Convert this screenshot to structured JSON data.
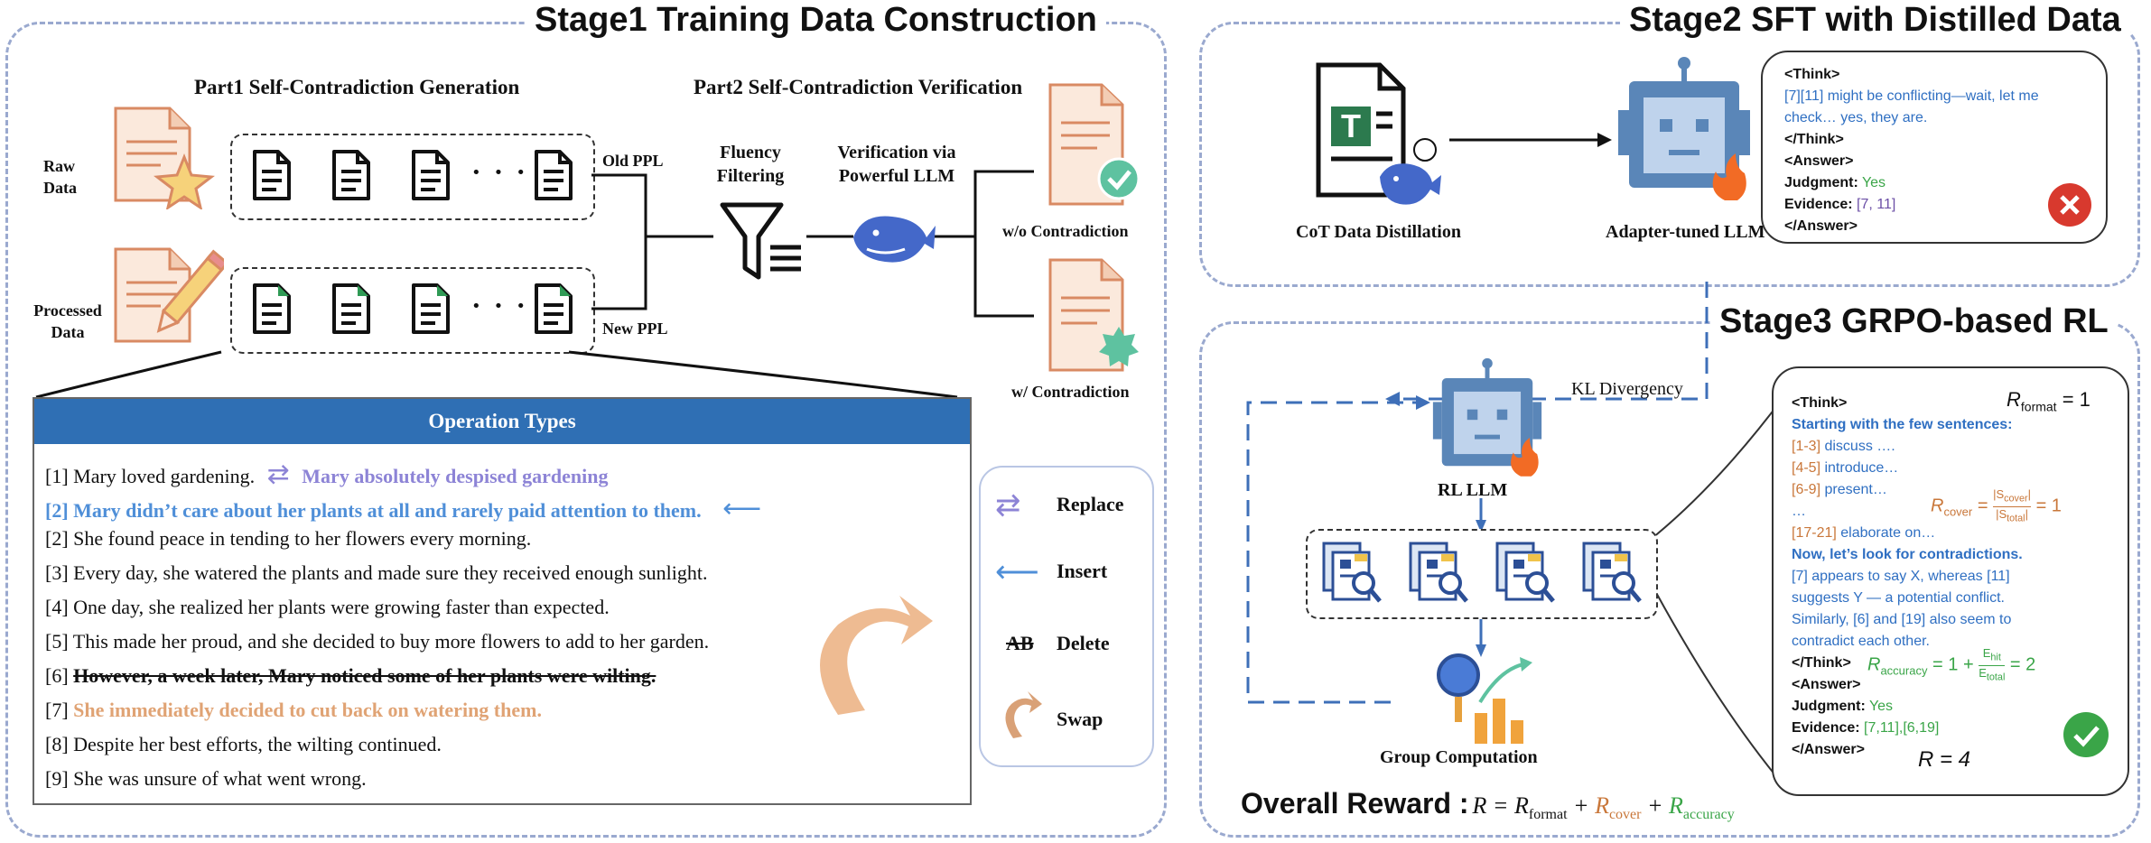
{
  "stage1": {
    "title": "Stage1 Training Data Construction",
    "part1_title": "Part1 Self-Contradiction Generation",
    "part2_title": "Part2 Self-Contradiction Verification",
    "raw_data": "Raw Data",
    "processed_data": "Processed Data",
    "old_ppl": "Old PPL",
    "new_ppl": "New PPL",
    "fluency_filtering": "Fluency Filtering",
    "verification": "Verification via Powerful LLM",
    "without_contradiction": "w/o Contradiction",
    "with_contradiction": "w/ Contradiction",
    "ellipsis": "· · ·",
    "operations": {
      "title": "Operation Types",
      "lines": [
        {
          "prefix": "[1] Mary loved gardening.",
          "text": "Mary absolutely despised gardening"
        },
        {
          "text": "[2] Mary didn’t care about her plants at all and rarely paid attention to them."
        },
        {
          "text": "[2] She found peace in tending to her flowers every morning."
        },
        {
          "text": "[3] Every day, she watered the plants and made sure they received enough sunlight."
        },
        {
          "text": "[4] One day, she realized her plants were growing faster than expected."
        },
        {
          "text": "[5] This made her proud, and she decided to buy more flowers to add to her garden."
        },
        {
          "prefix": "[6]",
          "text": "However, a week later, Mary noticed some of her plants were wilting."
        },
        {
          "prefix": "[7]",
          "text": "She immediately decided to cut back on watering them."
        },
        {
          "text": "[8] Despite her best efforts, the wilting continued."
        },
        {
          "text": "[9] She was unsure of what went wrong."
        }
      ]
    },
    "legend": {
      "replace": "Replace",
      "insert": "Insert",
      "delete_symbol": "AB",
      "delete": "Delete",
      "swap": "Swap"
    }
  },
  "stage2": {
    "title": "Stage2 SFT with Distilled Data",
    "cot_label": "CoT Data Distillation",
    "adapter_label": "Adapter-tuned LLM",
    "bubble": {
      "think_open": "<Think>",
      "line1": "[7][11] might be conflicting—wait, let me",
      "line2": "check… yes, they are.",
      "think_close": "</Think>",
      "answer_open": "<Answer>",
      "judgment_label": "Judgment:",
      "judgment_value": "Yes",
      "evidence_label": "Evidence:",
      "evidence_value": "[7, 11]",
      "answer_close": "</Answer>"
    }
  },
  "stage3": {
    "title": "Stage3 GRPO-based RL",
    "kl": "KL Divergency",
    "rl_llm": "RL LLM",
    "group_computation": "Group Computation",
    "overall_label": "Overall Reward :",
    "bubble": {
      "think_open": "<Think>",
      "l1": "Starting with the few sentences:",
      "l2_idx": "[1-3]",
      "l2_txt": "discuss ….",
      "l3_idx": "[4-5]",
      "l3_txt": "introduce…",
      "l4_idx": "[6-9]",
      "l4_txt": "present…",
      "l5": "…",
      "l6_idx": "[17-21]",
      "l6_txt": "elaborate on…",
      "l7": "Now, let’s look for contradictions.",
      "l8": "[7] appears to say X, whereas [11]",
      "l9": "suggests Y — a potential conflict.",
      "l10": "Similarly, [6] and [19] also seem to",
      "l11": "contradict each other.",
      "think_close": "</Think>",
      "answer_open": "<Answer>",
      "judgment_label": "Judgment:",
      "judgment_value": "Yes",
      "evidence_label": "Evidence:",
      "evidence_value": "[7,11],[6,19]",
      "answer_close": "</Answer>"
    },
    "r_format": "= 1",
    "r_cover": "= 1",
    "r_accuracy": "= 2",
    "r_total": "R = 4",
    "cover_num": "|S",
    "cover_num_sub": "cover",
    "cover_den": "|S",
    "cover_den_sub": "total",
    "acc_prefix": "= 1 +",
    "acc_num": "E",
    "acc_num_sub": "hit",
    "acc_den": "E",
    "acc_den_sub": "total"
  },
  "colors": {
    "stage_border": "#9aa9cf",
    "header_blue": "#2f6fb4",
    "replace": "#8d84d6",
    "insert": "#4f8fd8",
    "swap": "#e0a374",
    "robot": "#5a86b8"
  }
}
